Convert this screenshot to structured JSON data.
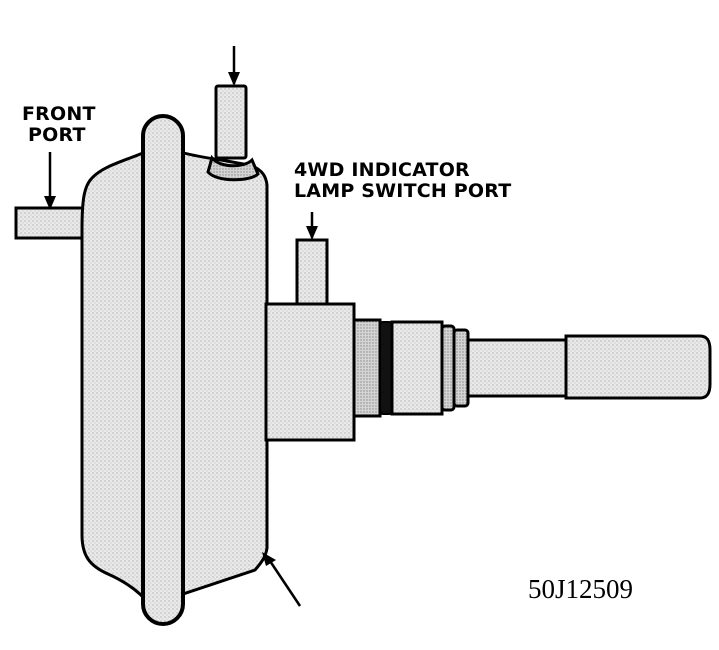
{
  "labels": {
    "front_port_line1": "FRONT",
    "front_port_line2": "PORT",
    "indicator_line1": "4WD INDICATOR",
    "indicator_line2": "LAMP SWITCH PORT"
  },
  "figure_code": "50J12509",
  "colors": {
    "ink": "#000000",
    "shade": "#d8d8d8",
    "shade_light": "#e6e6e6",
    "paper": "#ffffff"
  },
  "icons": {
    "arrow": "arrow-down-icon"
  }
}
